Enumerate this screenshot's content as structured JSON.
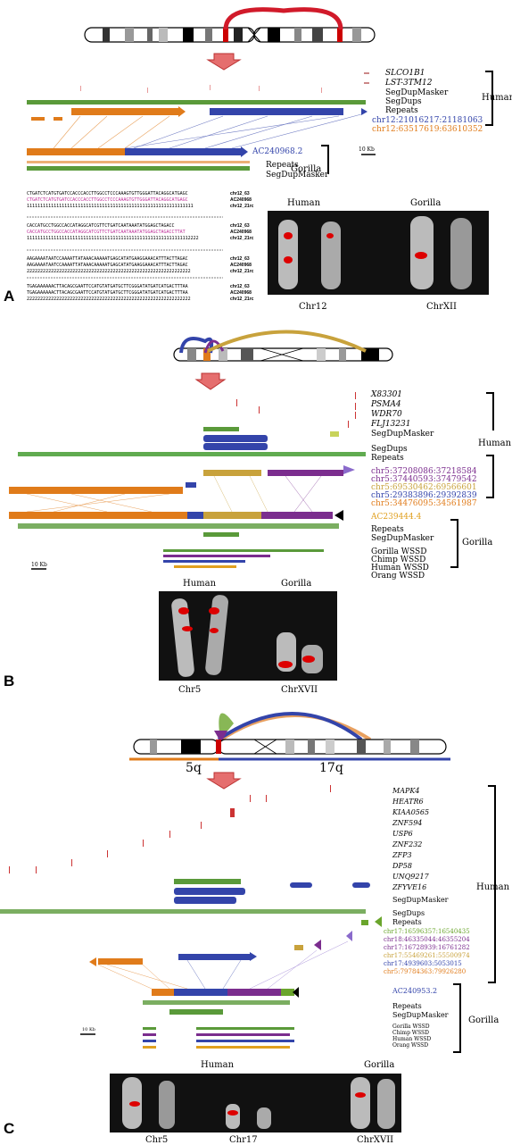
{
  "panelA": {
    "letter": "A",
    "genes": [
      "SLCO1B1",
      "LST-3TM12"
    ],
    "tracks": [
      "SegDupMasker",
      "SegDups",
      "Repeats"
    ],
    "coords": [
      {
        "text": "chr12:21016217:21181063",
        "color": "#3344aa"
      },
      {
        "text": "chr12:63517619:63610352",
        "color": "#e07b1a"
      }
    ],
    "species_human": "Human",
    "species_gorilla": "Gorilla",
    "scale": "10 Kb",
    "clone": "AC240968.2",
    "gorilla_tracks": [
      "Repeats",
      "SegDupMasker"
    ],
    "alignment": [
      {
        "seq1": "CTGATCTCATGTGATCCACCCACCTTGGCCTCCCAAAGTGTTGGGATTACAGGCATGAGC",
        "seq2": "CTGATCTCATGTGATCCACCCACCTTGGCCTCCCAAAGTGTTGGGATTACAGGCATGAGC",
        "seq3": "11111111111111111111111111111111111111111111111111111111111111",
        "labels": [
          "chr12_63",
          "AC240968",
          "chr12_21rc"
        ]
      },
      {
        "seq1": "CACCATGCCTGGCCACCATAGGCATCGTTCTGATCAATAAATATGGAGCTAGACC",
        "seq2": "CACCATGCCTGGCCACCATAGGCATCGTTCTGATCAATAAATATGGAGCTAGACCTTAT",
        "seq3": "1111111111111111111111111111111111111111111111111111111111112222",
        "labels": [
          "chr12_63",
          "AC240968",
          "chr12_21rc"
        ]
      },
      {
        "seq1": "AAGAAAATAATCCAAAATTATAAACAAAAATGAGCATATGAAGGAAACATTTACTTAGAC",
        "seq2": "AAGAAAATAATCCAAAATTATAAACAAAAATGAGCATATGAAGGAAACATTTACTTAGAC",
        "seq3": "2222222222222222222222222222222222222222222222222222222222222",
        "labels": [
          "chr12_63",
          "AC240968",
          "chr12_21rc"
        ]
      },
      {
        "seq1": "TGAGAAAAAACTTACAGCGAATTCCATGTATGATGCTTCGGGATATGATCATGACTTTAA",
        "seq2": "TGAGAAAAAACTTACAGCGAATTCCATGTATGATGCTTCGGGATATGATCATGACTTTAA",
        "seq3": "2222222222222222222222222222222222222222222222222222222222222",
        "labels": [
          "chr12_63",
          "AC240968",
          "chr12_21rc"
        ]
      }
    ],
    "fish_human": "Human",
    "fish_gorilla": "Gorilla",
    "fish_chr1": "Chr12",
    "fish_chr2": "ChrXII"
  },
  "panelB": {
    "letter": "B",
    "genes": [
      "X83301",
      "PSMA4",
      "WDR70",
      "FLJ13231"
    ],
    "tracks": [
      "SegDupMasker",
      "SegDups",
      "Repeats"
    ],
    "coords": [
      {
        "text": "chr5:37208086:37218584",
        "color": "#7b2d8e"
      },
      {
        "text": "chr5:37440593:37479542",
        "color": "#7b2d8e"
      },
      {
        "text": "chr5:69530462:69566601",
        "color": "#c8a23c"
      },
      {
        "text": "chr5:29383896:29392839",
        "color": "#3344aa"
      },
      {
        "text": "chr5:34476095:34561987",
        "color": "#e07b1a"
      }
    ],
    "species_human": "Human",
    "species_gorilla": "Gorilla",
    "clone": "AC239444.4",
    "gorilla_tracks": [
      "Repeats",
      "SegDupMasker"
    ],
    "wssd": [
      "Gorilla WSSD",
      "Chimp WSSD",
      "Human WSSD",
      "Orang WSSD"
    ],
    "scale": "10 Kb",
    "fish_human": "Human",
    "fish_gorilla": "Gorilla",
    "fish_chr1": "Chr5",
    "fish_chr2": "ChrXVII"
  },
  "panelC": {
    "letter": "C",
    "arm1": "5q",
    "arm2": "17q",
    "genes": [
      "MAPK4",
      "HEATR6",
      "KIAA0565",
      "ZNF594",
      "USP6",
      "ZNF232",
      "ZFP3",
      "DP58",
      "UNQ9217",
      "ZFYVE16"
    ],
    "tracks": [
      "SegDupMasker",
      "SegDups",
      "Repeats"
    ],
    "coords": [
      {
        "text": "chr17:16596357:16540435",
        "color": "#6aa52c"
      },
      {
        "text": "chr18:46335044:46355204",
        "color": "#7b2d8e"
      },
      {
        "text": "chr17:16728939:16761282",
        "color": "#7b2d8e"
      },
      {
        "text": "chr17:55469261:55500974",
        "color": "#c8a23c"
      },
      {
        "text": "chr17:4939603:5053015",
        "color": "#3344aa"
      },
      {
        "text": "chr5:79784363:79926280",
        "color": "#e07b1a"
      }
    ],
    "species_human": "Human",
    "species_gorilla": "Gorilla",
    "clone": "AC240953.2",
    "gorilla_tracks": [
      "Repeats",
      "SegDupMasker"
    ],
    "wssd": [
      "Gorilla WSSD",
      "Chimp WSSD",
      "Human WSSD",
      "Orang WSSD"
    ],
    "scale": "10 Kb",
    "fish_human": "Human",
    "fish_gorilla": "Gorilla",
    "fish_chr1": "Chr5",
    "fish_chr2": "Chr17",
    "fish_chr3": "ChrXVII"
  }
}
